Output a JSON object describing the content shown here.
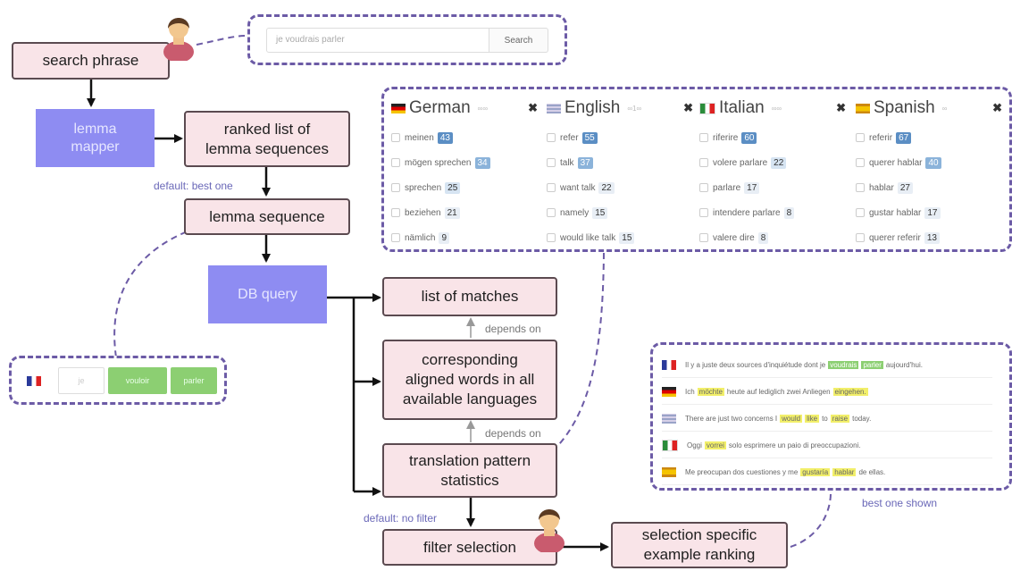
{
  "nodes": {
    "search_phrase": "search phrase",
    "lemma_mapper": "lemma\nmapper",
    "ranked_list": "ranked list of\nlemma sequences",
    "lemma_sequence": "lemma sequence",
    "db_query": "DB query",
    "list_of_matches": "list of matches",
    "aligned_words": "corresponding\naligned words in all\navailable languages",
    "translation_stats": "translation pattern\nstatistics",
    "filter_selection": "filter selection",
    "example_ranking": "selection specific\nexample ranking"
  },
  "edge_labels": {
    "default_best": "default: best one",
    "default_filter": "default: no filter",
    "depends_on_1": "depends on",
    "depends_on_2": "depends on",
    "best_shown": "best one shown"
  },
  "search_widget": {
    "placeholder": "je voudrais parler",
    "button": "Search"
  },
  "languages": [
    {
      "name": "German",
      "flag": "de",
      "count": "∞∞",
      "items": [
        {
          "term": "meinen",
          "n": "43",
          "tone": "dark"
        },
        {
          "term": "mögen sprechen",
          "n": "34",
          "tone": "mid"
        },
        {
          "term": "sprechen",
          "n": "25",
          "tone": "light"
        },
        {
          "term": "beziehen",
          "n": "21",
          "tone": "pale"
        },
        {
          "term": "nämlich",
          "n": "9",
          "tone": "pale"
        }
      ]
    },
    {
      "name": "English",
      "flag": "gb",
      "count": "∞1∞",
      "items": [
        {
          "term": "refer",
          "n": "55",
          "tone": "dark"
        },
        {
          "term": "talk",
          "n": "37",
          "tone": "mid"
        },
        {
          "term": "want talk",
          "n": "22",
          "tone": "pale"
        },
        {
          "term": "namely",
          "n": "15",
          "tone": "pale"
        },
        {
          "term": "would like talk",
          "n": "15",
          "tone": "pale"
        }
      ]
    },
    {
      "name": "Italian",
      "flag": "it",
      "count": "∞∞",
      "items": [
        {
          "term": "riferire",
          "n": "60",
          "tone": "dark"
        },
        {
          "term": "volere parlare",
          "n": "22",
          "tone": "light"
        },
        {
          "term": "parlare",
          "n": "17",
          "tone": "pale"
        },
        {
          "term": "intendere parlare",
          "n": "8",
          "tone": "pale"
        },
        {
          "term": "valere dire",
          "n": "8",
          "tone": "pale"
        }
      ]
    },
    {
      "name": "Spanish",
      "flag": "es",
      "count": "∞",
      "items": [
        {
          "term": "referir",
          "n": "67",
          "tone": "dark"
        },
        {
          "term": "querer hablar",
          "n": "40",
          "tone": "mid"
        },
        {
          "term": "hablar",
          "n": "27",
          "tone": "pale"
        },
        {
          "term": "gustar hablar",
          "n": "17",
          "tone": "pale"
        },
        {
          "term": "querer referir",
          "n": "13",
          "tone": "pale"
        }
      ]
    }
  ],
  "lemma_chips": {
    "flag": "fr",
    "words": [
      "je",
      "vouloir",
      "parler"
    ]
  },
  "examples": [
    {
      "flag": "fr",
      "parts": [
        {
          "t": "Il y a juste deux sources d'inquiétude dont je"
        },
        {
          "t": "voudrais",
          "h": "green"
        },
        {
          "t": "parler",
          "h": "green"
        },
        {
          "t": "aujourd'hui."
        }
      ]
    },
    {
      "flag": "de",
      "parts": [
        {
          "t": "Ich"
        },
        {
          "t": "möchte",
          "h": "yellow"
        },
        {
          "t": "heute auf lediglich zwei Anliegen"
        },
        {
          "t": "eingehen.",
          "h": "yellow"
        }
      ]
    },
    {
      "flag": "gb",
      "parts": [
        {
          "t": "There are just two concerns I"
        },
        {
          "t": "would",
          "h": "yellow"
        },
        {
          "t": "like",
          "h": "yellow"
        },
        {
          "t": "to"
        },
        {
          "t": "raise",
          "h": "yellow"
        },
        {
          "t": "today."
        }
      ]
    },
    {
      "flag": "it",
      "parts": [
        {
          "t": "Oggi"
        },
        {
          "t": "vorrei",
          "h": "yellow"
        },
        {
          "t": "solo esprimere un paio di preoccupazioni."
        }
      ]
    },
    {
      "flag": "es",
      "parts": [
        {
          "t": "Me preocupan dos cuestiones y me"
        },
        {
          "t": "gustaría",
          "h": "yellow"
        },
        {
          "t": "hablar",
          "h": "yellow"
        },
        {
          "t": "de ellas."
        }
      ]
    }
  ],
  "colors": {
    "node_fill": "#f9e4e8",
    "process_fill": "#8e8cf2",
    "dashed_border": "#6c5ba6",
    "highlight_yellow": "#f2ef6a",
    "highlight_green": "#8ccf72"
  }
}
